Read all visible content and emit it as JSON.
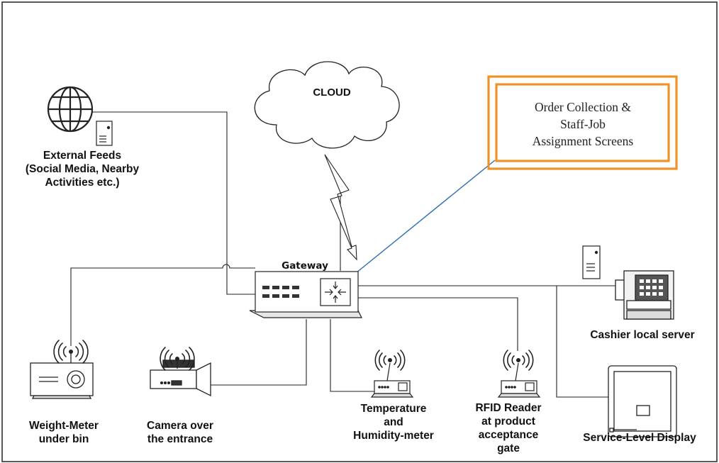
{
  "nodes": {
    "cloud": {
      "label": "CLOUD"
    },
    "gateway": {
      "label": "Gateway"
    },
    "order_screens": {
      "lines": [
        "Order Collection &",
        "Staff-Job",
        "Assignment Screens"
      ]
    },
    "external_feeds": {
      "lines": [
        "External Feeds",
        "(Social Media, Nearby",
        "Activities etc.)"
      ]
    },
    "cashier": {
      "lines": [
        "Cashier local server"
      ]
    },
    "weight_meter": {
      "lines": [
        "Weight-Meter",
        "under bin"
      ]
    },
    "camera": {
      "lines": [
        "Camera over",
        "the entrance"
      ]
    },
    "temperature": {
      "lines": [
        "Temperature",
        "and",
        "Humidity-meter"
      ]
    },
    "rfid": {
      "lines": [
        "RFID Reader",
        "at product",
        "acceptance",
        "gate"
      ]
    },
    "service_display": {
      "lines": [
        "Service-Level Display"
      ]
    }
  },
  "colors": {
    "line": "#222222",
    "link_blue": "#2e6db4",
    "orange": "#f0922a"
  },
  "icons": {
    "globe": "globe-icon",
    "server": "server-icon",
    "router": "router-icon",
    "fax": "fax-icon",
    "projector": "projector-icon",
    "camera": "video-camera-icon",
    "sensor": "wireless-sensor-icon",
    "display": "display-icon"
  }
}
